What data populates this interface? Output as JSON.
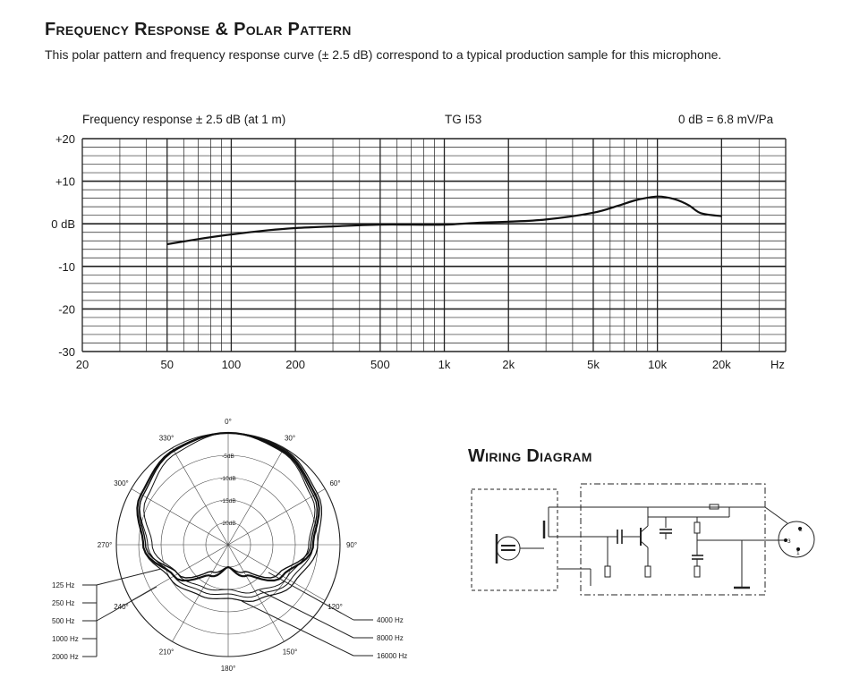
{
  "header": {
    "title": "Frequency Response & Polar Pattern",
    "subtitle": "This polar pattern and frequency response curve (± 2.5 dB) correspond to a typical production sample for this microphone."
  },
  "frequency_chart": {
    "label_left": "Frequency response ± 2.5 dB (at 1 m)",
    "label_center": "TG I53",
    "label_right": "0 dB =  6.8 mV/Pa",
    "x_unit": "Hz"
  },
  "polar_chart": {
    "angle_labels": [
      "0°",
      "30°",
      "60°",
      "90°",
      "120°",
      "150°",
      "180°",
      "210°",
      "240°",
      "270°",
      "300°",
      "330°"
    ],
    "ring_labels": [
      "-5dB",
      "-10dB",
      "-15dB",
      "-20dB"
    ],
    "legend_left": [
      "125 Hz",
      "250 Hz",
      "500 Hz",
      "1000 Hz",
      "2000 Hz"
    ],
    "legend_right": [
      "4000 Hz",
      "8000 Hz",
      "16000 Hz"
    ]
  },
  "wiring": {
    "title": "Wiring Diagram",
    "pin_labels": [
      "2",
      "3",
      "1"
    ]
  },
  "chart_data": [
    {
      "type": "line",
      "title": "TG I53",
      "xlabel": "Hz",
      "ylabel": "dB",
      "x_scale": "log",
      "xlim": [
        20,
        40000
      ],
      "ylim": [
        -30,
        20
      ],
      "x_ticks": [
        20,
        50,
        100,
        200,
        500,
        1000,
        2000,
        5000,
        10000,
        20000
      ],
      "x_tick_labels": [
        "20",
        "50",
        "100",
        "200",
        "500",
        "1k",
        "2k",
        "5k",
        "10k",
        "20k"
      ],
      "y_ticks": [
        20,
        10,
        0,
        -10,
        -20,
        -30
      ],
      "y_tick_labels": [
        "+20",
        "+10",
        "0 dB",
        "-10",
        "-20",
        "-30"
      ],
      "grid": true,
      "series": [
        {
          "x": [
            50,
            70,
            100,
            150,
            200,
            300,
            500,
            700,
            1000,
            1500,
            2000,
            3000,
            5000,
            6500,
            8000,
            10000,
            12000,
            14000,
            16000,
            20000
          ],
          "y": [
            -4.8,
            -3.6,
            -2.5,
            -1.5,
            -1.0,
            -0.6,
            -0.2,
            -0.2,
            -0.2,
            0.3,
            0.5,
            1.0,
            2.6,
            4.2,
            5.6,
            6.4,
            5.8,
            4.4,
            2.5,
            1.8
          ]
        }
      ]
    },
    {
      "type": "polar",
      "r_unit": "dB",
      "r_ticks": [
        -5,
        -10,
        -15,
        -20
      ],
      "angles_deg": [
        0,
        30,
        60,
        90,
        120,
        150,
        180,
        210,
        240,
        270,
        300,
        330
      ],
      "series": [
        {
          "name": "125 Hz",
          "response_db": [
            0,
            -0.6,
            -2.5,
            -6,
            -11,
            -17,
            -20,
            -17,
            -11,
            -6,
            -2.5,
            -0.6
          ]
        },
        {
          "name": "1000 Hz",
          "response_db": [
            0,
            -0.8,
            -3,
            -6.5,
            -12,
            -18,
            -20,
            -18,
            -12,
            -6.5,
            -3,
            -0.8
          ]
        },
        {
          "name": "4000 Hz",
          "response_db": [
            0,
            -0.2,
            -2,
            -5,
            -8,
            -11,
            -13,
            -12,
            -10,
            -6,
            -2.5,
            -0.5
          ]
        },
        {
          "name": "8000 Hz",
          "response_db": [
            0,
            -0.4,
            -2.5,
            -6,
            -9,
            -12,
            -14,
            -13,
            -11,
            -7,
            -3,
            -0.8
          ]
        },
        {
          "name": "16000 Hz",
          "response_db": [
            0,
            -1,
            -3.5,
            -7,
            -10,
            -13,
            -15,
            -14,
            -12,
            -8,
            -4,
            -1.5
          ]
        }
      ]
    }
  ]
}
